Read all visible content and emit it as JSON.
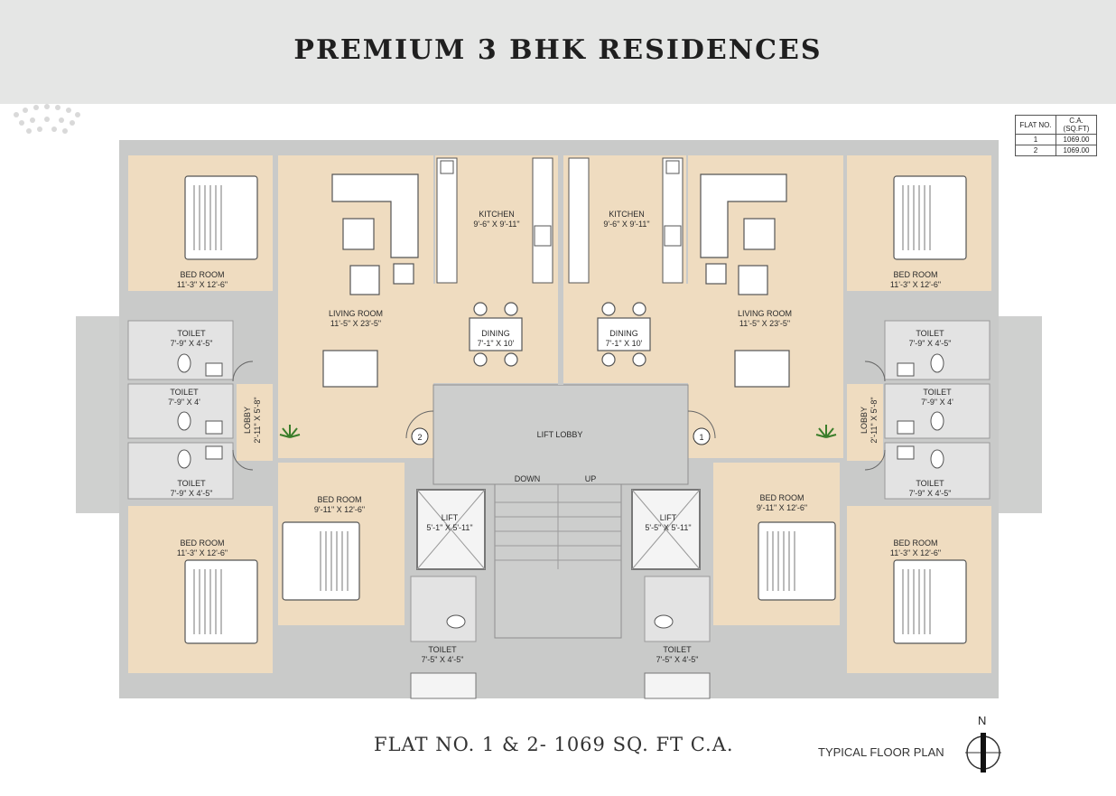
{
  "header": {
    "title": "PREMIUM 3 BHK RESIDENCES"
  },
  "ca_table": {
    "headers": [
      "FLAT NO.",
      "C.A.(SQ.FT)"
    ],
    "rows": [
      [
        "1",
        "1069.00"
      ],
      [
        "2",
        "1069.00"
      ]
    ]
  },
  "rooms": {
    "bed_tl": {
      "name": "BED ROOM",
      "size": "11'-3\" X 12'-6\""
    },
    "bed_bl": {
      "name": "BED ROOM",
      "size": "11'-3\" X 12'-6\""
    },
    "bed_ml": {
      "name": "BED ROOM",
      "size": "9'-11\" X 12'-6\""
    },
    "bed_tr": {
      "name": "BED ROOM",
      "size": "11'-3\" X 12'-6\""
    },
    "bed_br": {
      "name": "BED ROOM",
      "size": "11'-3\" X 12'-6\""
    },
    "bed_mr": {
      "name": "BED ROOM",
      "size": "9'-11\" X 12'-6\""
    },
    "living_l": {
      "name": "LIVING ROOM",
      "size": "11'-5\" X 23'-5\""
    },
    "living_r": {
      "name": "LIVING ROOM",
      "size": "11'-5\" X 23'-5\""
    },
    "kitchen_l": {
      "name": "KITCHEN",
      "size": "9'-6\" X 9'-11\""
    },
    "kitchen_r": {
      "name": "KITCHEN",
      "size": "9'-6\" X 9'-11\""
    },
    "dining_l": {
      "name": "DINING",
      "size": "7'-1\" X 10'"
    },
    "dining_r": {
      "name": "DINING",
      "size": "7'-1\" X 10'"
    },
    "toilet_l1": {
      "name": "TOILET",
      "size": "7'-9\" X 4'-5\""
    },
    "toilet_l2": {
      "name": "TOILET",
      "size": "7'-9\" X 4'"
    },
    "toilet_l3": {
      "name": "TOILET",
      "size": "7'-9\" X 4'-5\""
    },
    "toilet_r1": {
      "name": "TOILET",
      "size": "7'-9\" X 4'-5\""
    },
    "toilet_r2": {
      "name": "TOILET",
      "size": "7'-9\" X 4'"
    },
    "toilet_r3": {
      "name": "TOILET",
      "size": "7'-9\" X 4'-5\""
    },
    "toilet_cl": {
      "name": "TOILET",
      "size": "7'-5\" X 4'-5\""
    },
    "toilet_cr": {
      "name": "TOILET",
      "size": "7'-5\" X 4'-5\""
    },
    "lobby_l": {
      "name": "LOBBY",
      "size": "2'-11\" X 5'-8\""
    },
    "lobby_r": {
      "name": "LOBBY",
      "size": "2'-11\" X 5'-8\""
    },
    "lift_l": {
      "name": "LIFT",
      "size": "5'-1\" X 5'-11\""
    },
    "lift_r": {
      "name": "LIFT",
      "size": "5'-5\" X 5'-11\""
    },
    "lift_lobby": {
      "name": "LIFT LOBBY"
    },
    "stair": {
      "down": "DOWN",
      "up": "UP"
    }
  },
  "flat_markers": {
    "left": "2",
    "right": "1"
  },
  "footer": {
    "title": "FLAT NO. 1 & 2- 1069 SQ. FT C.A.",
    "plan_label": "TYPICAL FLOOR PLAN"
  },
  "compass": {
    "label": "N"
  },
  "colors": {
    "header_bg": "#e5e6e5",
    "floor": "#efdcc0",
    "wall": "#c9cac9",
    "common": "#cdcecd"
  }
}
